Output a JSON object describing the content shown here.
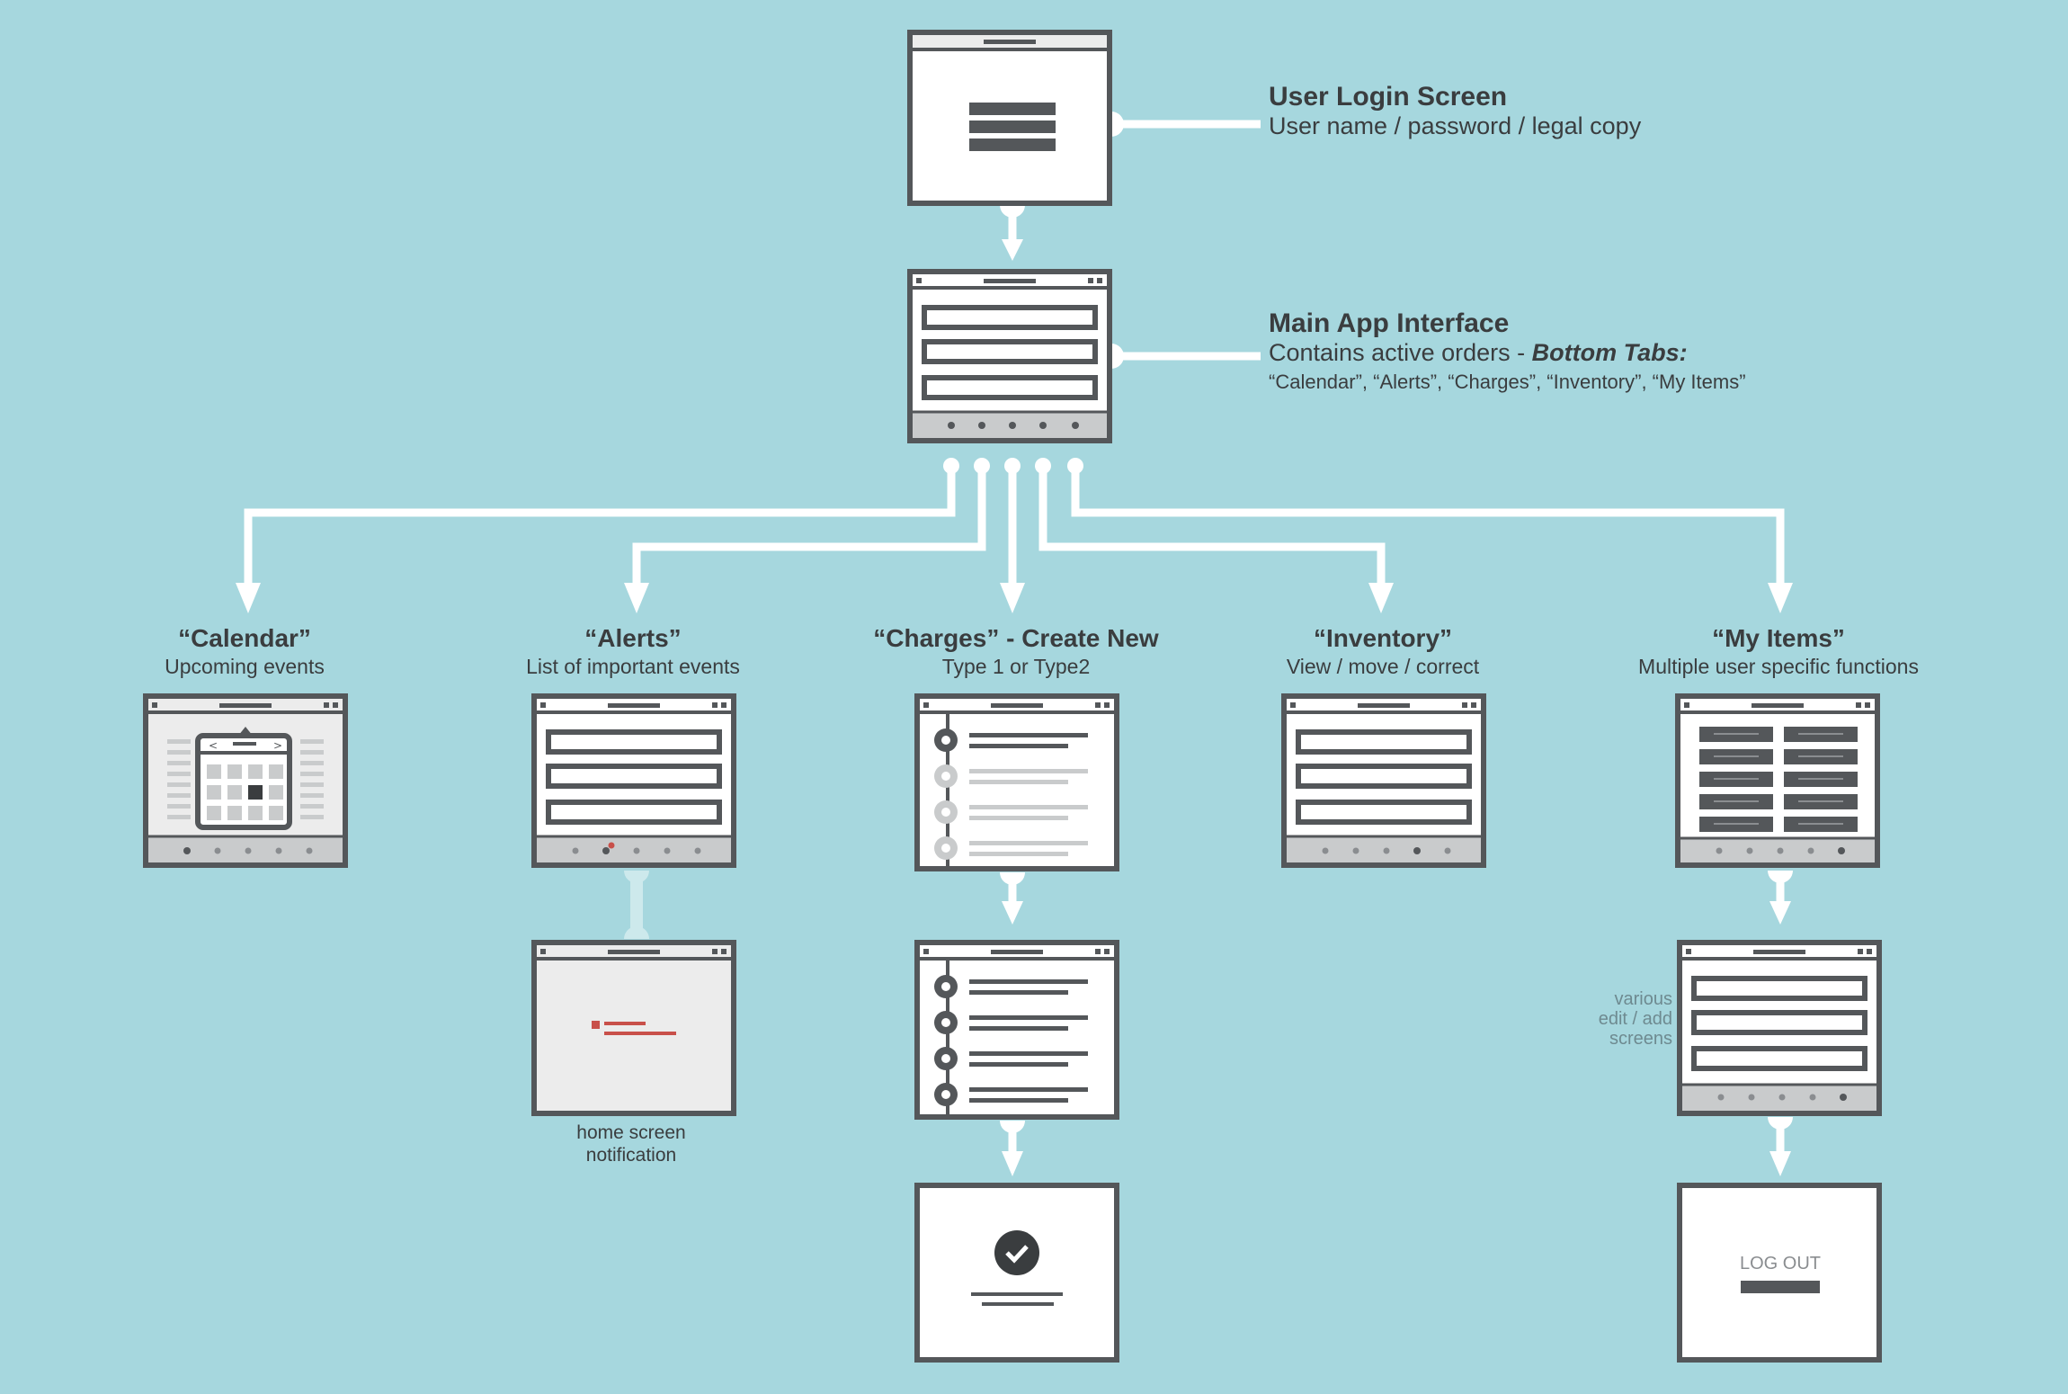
{
  "login": {
    "title": "User Login Screen",
    "subtitle": "User name / password /  legal copy"
  },
  "main_app": {
    "title": "Main App Interface",
    "subtitle_prefix": "Contains active orders - ",
    "subtitle_emphasis": "Bottom Tabs:",
    "tabs_line": "“Calendar”, “Alerts”, “Charges”, “Inventory”, “My Items”"
  },
  "branches": [
    {
      "title": "“Calendar”",
      "subtitle": "Upcoming events"
    },
    {
      "title": "“Alerts”",
      "subtitle": "List of important events"
    },
    {
      "title": "“Charges” - Create New",
      "subtitle": "Type 1 or Type2"
    },
    {
      "title": "“Inventory”",
      "subtitle": "View / move / correct"
    },
    {
      "title": "“My Items”",
      "subtitle": "Multiple user specific functions"
    }
  ],
  "alerts_child_caption": [
    "home screen",
    "notification"
  ],
  "my_items_note": [
    "various",
    "edit / add",
    "screens"
  ],
  "logout_label": "LOG OUT",
  "colors": {
    "background": "#a6d7de",
    "screen_frame": "#54575a",
    "screen_fill": "#ffffff",
    "connector": "#ffffff",
    "alert_accent": "#c8504a",
    "muted_connector": "#cde9ec"
  }
}
